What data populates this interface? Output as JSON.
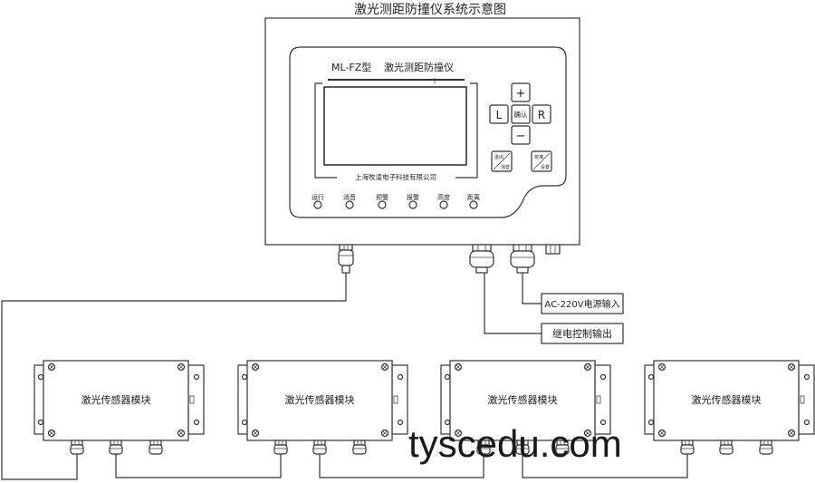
{
  "title": "激光测距防撞仪系统示意图",
  "controller": {
    "model": "ML-FZ型",
    "name": "激光测距防撞仪",
    "company": "上海牧淩电子科技有限公司",
    "buttons": {
      "plus": "+",
      "minus": "−",
      "left": "L",
      "right": "R",
      "confirm": "确认"
    },
    "func_buttons": [
      {
        "top": "退出",
        "bottom": "消音"
      },
      {
        "top": "校准",
        "bottom": "设置"
      }
    ],
    "indicators": [
      "运行",
      "消音",
      "预警",
      "报警",
      "高度",
      "距离"
    ]
  },
  "io": {
    "power": "AC-220V电源输入",
    "relay": "继电控制输出"
  },
  "modules": [
    {
      "label": "激光传感器模块"
    },
    {
      "label": "激光传感器模块"
    },
    {
      "label": "激光传感器模块"
    },
    {
      "label": "激光传感器模块"
    }
  ],
  "watermark": "tyscedu.com",
  "colors": {
    "stroke": "#333333",
    "background": "#ffffff"
  }
}
